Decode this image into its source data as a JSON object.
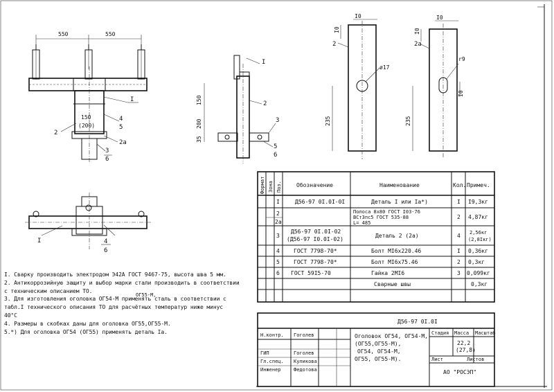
{
  "drawing": {
    "dims_top": [
      "550",
      "550"
    ],
    "label_i": "I",
    "label_2": "2",
    "label_2a": "2а",
    "label_3": "3",
    "label_4": "4",
    "label_5": "5",
    "label_6": "6",
    "dim_150_left": "150",
    "dim_200_left": "(200)",
    "dim_150": "150",
    "dim_200": "200",
    "dim_35": "35",
    "dim_10": "I0",
    "dim_235": "235",
    "dim_17": "ø17",
    "dim_r9": "r9",
    "weld_i": "I"
  },
  "table": {
    "headers": {
      "format": "Формат",
      "zone": "Зона",
      "pos": "Поз.",
      "designation": "Обозначение",
      "name": "Наименование",
      "qty": "Кол.",
      "note": "Примеч."
    },
    "rows": [
      {
        "pos": "I",
        "designation": "Д56-97 0I.0I-0I",
        "name": "Деталь I или Iа*)",
        "qty": "I",
        "note": "I9,3кг"
      },
      {
        "pos": "2",
        "pos2": "2а",
        "designation": "",
        "name1": "Полоса 8х80 ГОСТ I03-76",
        "name2": "ВСт3пс5 ГОСТ 535-88",
        "name3": "L= 485",
        "qty": "2",
        "note": "4,87кг"
      },
      {
        "pos": "3",
        "designation": "Д56-97 0I.0I-02",
        "designation2": "(Д56-97 I0.0I-02)",
        "name": "Деталь 2 (2а)",
        "qty": "4",
        "note": "2,56кг",
        "note2": "(2,8Iкг)"
      },
      {
        "pos": "4",
        "designation": "ГОСТ 7798-70*",
        "name": "Болт МI6х220.46",
        "qty": "I",
        "note": "0,36кг"
      },
      {
        "pos": "5",
        "designation": "ГОСТ 7798-70*",
        "name": "Болт МI6х75.46",
        "qty": "2",
        "note": "0,3кг"
      },
      {
        "pos": "6",
        "designation": "ГОСТ 59I5-70",
        "name": "Гайка 2МI6",
        "qty": "3",
        "note": "0,099кг"
      },
      {
        "pos": "",
        "designation": "",
        "name": "Сварные швы",
        "qty": "",
        "note": "0,3кг"
      }
    ]
  },
  "notes": [
    "I. Сварку производить электродом Э42А ГОСТ 9467-75, высота шва 5 мм.",
    "2. Антикоррозийную защиту и выбор марки стали производить в соответствии",
    "   с техническим описанием ТО.",
    "3. Для изготовления оголовка ОГ54-М применять сталь в соответствии с",
    "   табл.I технического описания ТО для расчётных температур ниже минус",
    "   40°С",
    "4. Размеры в скобках даны для оголовка ОГ55,ОГ55-М.",
    "5.*) Для оголовка ОГ54 (ОГ55) применять деталь Iа."
  ],
  "note3_insert": "ОГ55-М,",
  "titleblock": {
    "doc_code": "Д56-97 0I.0I",
    "title_lines": [
      "Оголовок ОГ54, ОГ54-М,",
      "(ОГ55,ОГ55-М),",
      "ОГ54, ОГ54-М,",
      "ОГ55, ОГ55-М)."
    ],
    "stage": "Стадия",
    "mass": "Масса",
    "scale": "Масштаб",
    "mass_value": "22,2",
    "mass_value2": "(27,8)",
    "sheet": "Лист",
    "sheets": "Листов",
    "org": "АО \"РОСЭП\"",
    "roles": [
      {
        "role": "Н.контр.",
        "name": "Гоголев"
      },
      {
        "role": "",
        "name": ""
      },
      {
        "role": "ГИП",
        "name": "Гоголев"
      },
      {
        "role": "Гл.спец.",
        "name": "Куликова"
      },
      {
        "role": "Инженер",
        "name": "Федотова"
      }
    ]
  }
}
